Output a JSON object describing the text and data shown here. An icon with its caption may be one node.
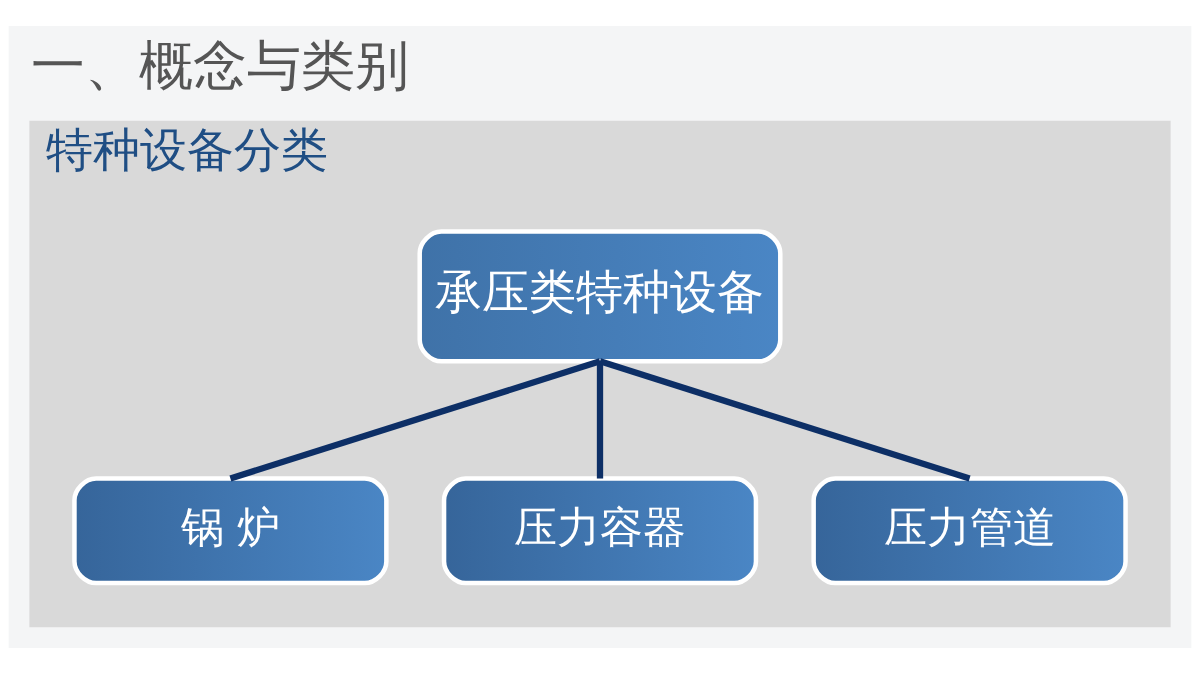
{
  "diagram": {
    "title": "一、概念与类别",
    "nodes": [
      {
        "text": [
          "特种设备分类"
        ]
      },
      {
        "text": [
          "承压类特种设备"
        ],
        "in": 0
      },
      {
        "text": [
          "锅 炉"
        ],
        "in": 0
      },
      {
        "text": [
          "压力容器"
        ],
        "in": 0
      },
      {
        "text": [
          "压力管道"
        ],
        "in": 0
      }
    ],
    "edges": [
      {
        "from": 1,
        "to": 2,
        "arrow": "none"
      },
      {
        "from": 1,
        "to": 3,
        "arrow": "none"
      },
      {
        "from": 1,
        "to": 4,
        "arrow": "none"
      }
    ]
  }
}
